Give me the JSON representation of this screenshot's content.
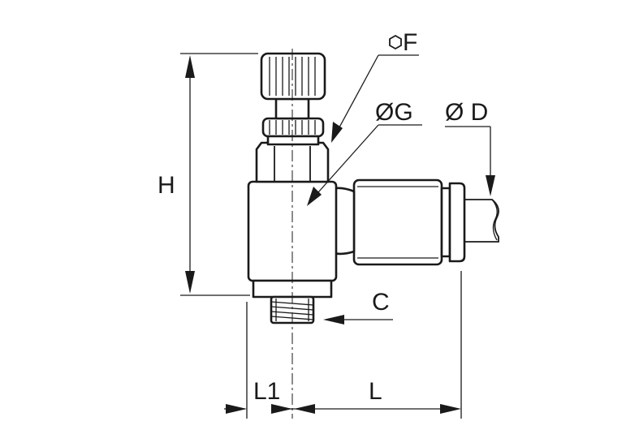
{
  "labels": {
    "F": "F",
    "G": "ØG",
    "D": "Ø D",
    "H": "H",
    "C": "C",
    "L1": "L1",
    "L": "L"
  },
  "icons": {
    "hex": "hexagon-icon"
  }
}
